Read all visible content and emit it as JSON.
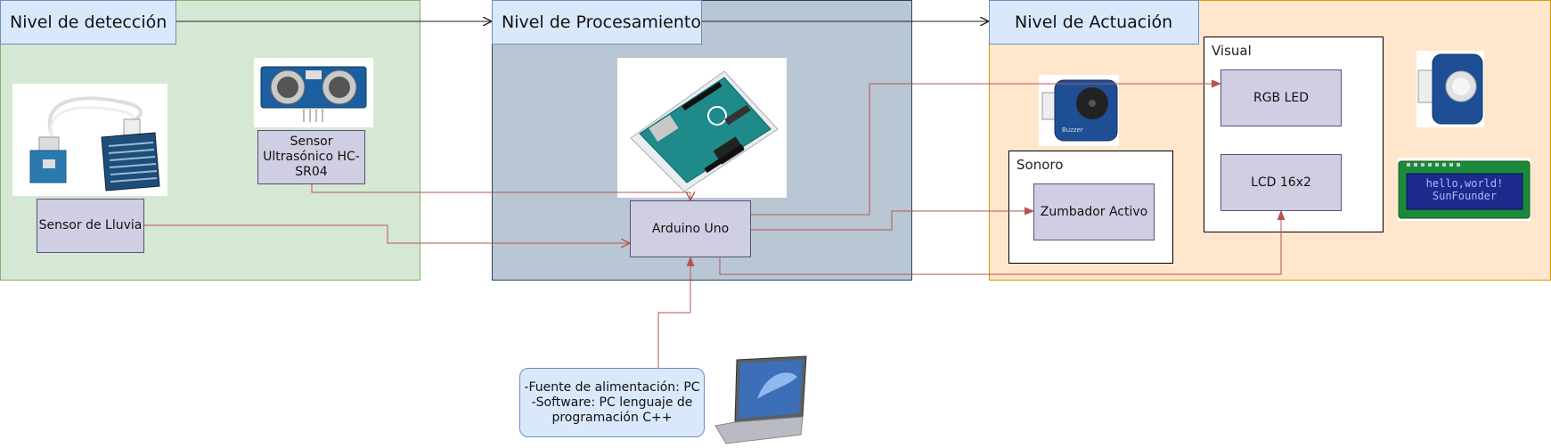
{
  "levels": {
    "detection": "Nivel de detección",
    "processing": "Nivel de Procesamiento",
    "actuation": "Nivel de Actuación"
  },
  "nodes": {
    "rain_sensor": "Sensor de Lluvia",
    "ultrasonic_sensor": "Sensor Ultrasónico HC-SR04",
    "arduino": "Arduino Uno",
    "buzzer": "Zumbador Activo",
    "rgb_led": "RGB LED",
    "lcd": "LCD 16x2"
  },
  "groups": {
    "sound": "Sonoro",
    "visual": "Visual"
  },
  "note": {
    "line1": "-Fuente de alimentación: PC",
    "line2": "-Software: PC lenguaje de programación C++"
  },
  "lcd_display": {
    "line1": "hello,world!",
    "line2": "SunFounder"
  },
  "images": [
    "rain-sensor-photo",
    "ultrasonic-sensor-photo",
    "arduino-board-photo",
    "buzzer-module-photo",
    "rgb-led-module-photo",
    "lcd-module-photo",
    "laptop-photo"
  ],
  "colors": {
    "detection_bg": "#d5e8d4",
    "detection_border": "#82b366",
    "processing_bg": "#b9c7d4",
    "processing_border": "#23445d",
    "actuation_bg": "#ffe6cc",
    "actuation_border": "#d79b00",
    "node_fill": "#d0cee2",
    "node_border": "#56517e",
    "arrow": "#b85450"
  }
}
